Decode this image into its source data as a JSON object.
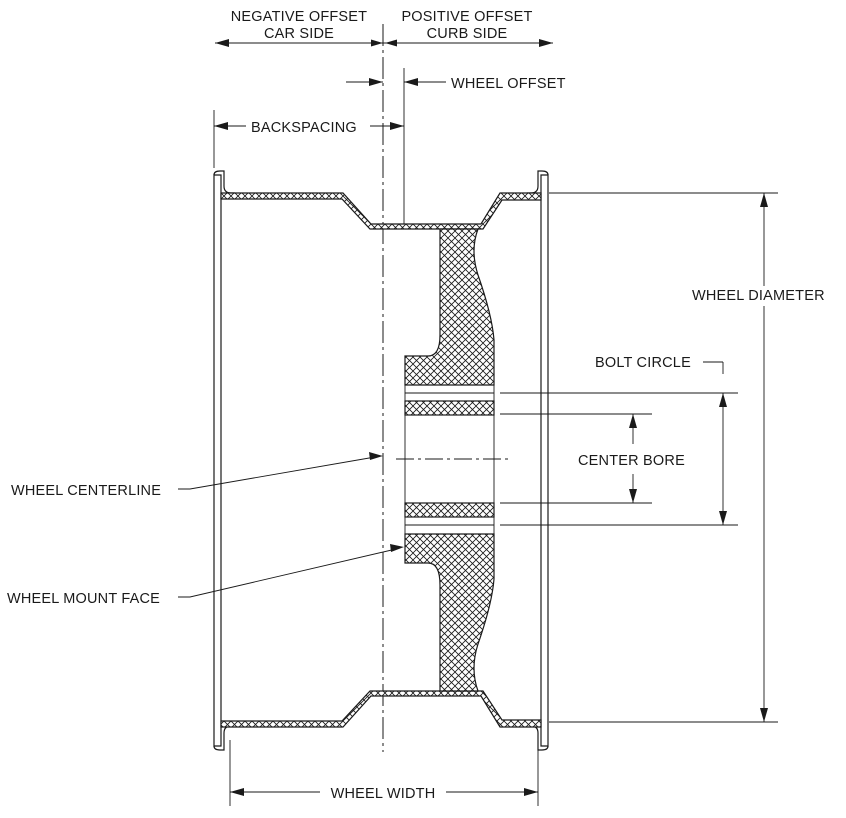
{
  "labels": {
    "negative_offset": "NEGATIVE OFFSET",
    "car_side": "CAR SIDE",
    "positive_offset": "POSITIVE OFFSET",
    "curb_side": "CURB SIDE",
    "wheel_offset": "WHEEL OFFSET",
    "backspacing": "BACKSPACING",
    "wheel_diameter": "WHEEL DIAMETER",
    "bolt_circle": "BOLT CIRCLE",
    "center_bore": "CENTER BORE",
    "wheel_centerline": "WHEEL CENTERLINE",
    "wheel_mount_face": "WHEEL MOUNT FACE",
    "wheel_width": "WHEEL WIDTH"
  },
  "colors": {
    "line": "#1a1a1a",
    "background": "#ffffff"
  }
}
